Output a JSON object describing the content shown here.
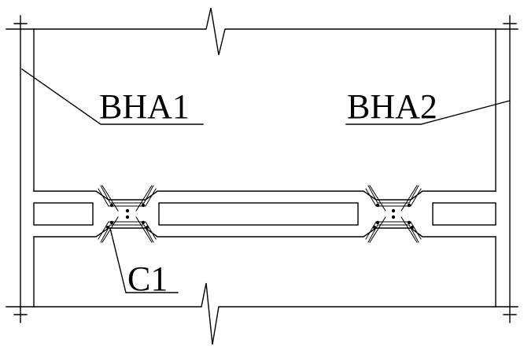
{
  "labels": {
    "bha1": "BHA1",
    "bha2": "BHA2",
    "c1": "C1"
  },
  "colors": {
    "line": "#000000",
    "background": "#ffffff"
  }
}
